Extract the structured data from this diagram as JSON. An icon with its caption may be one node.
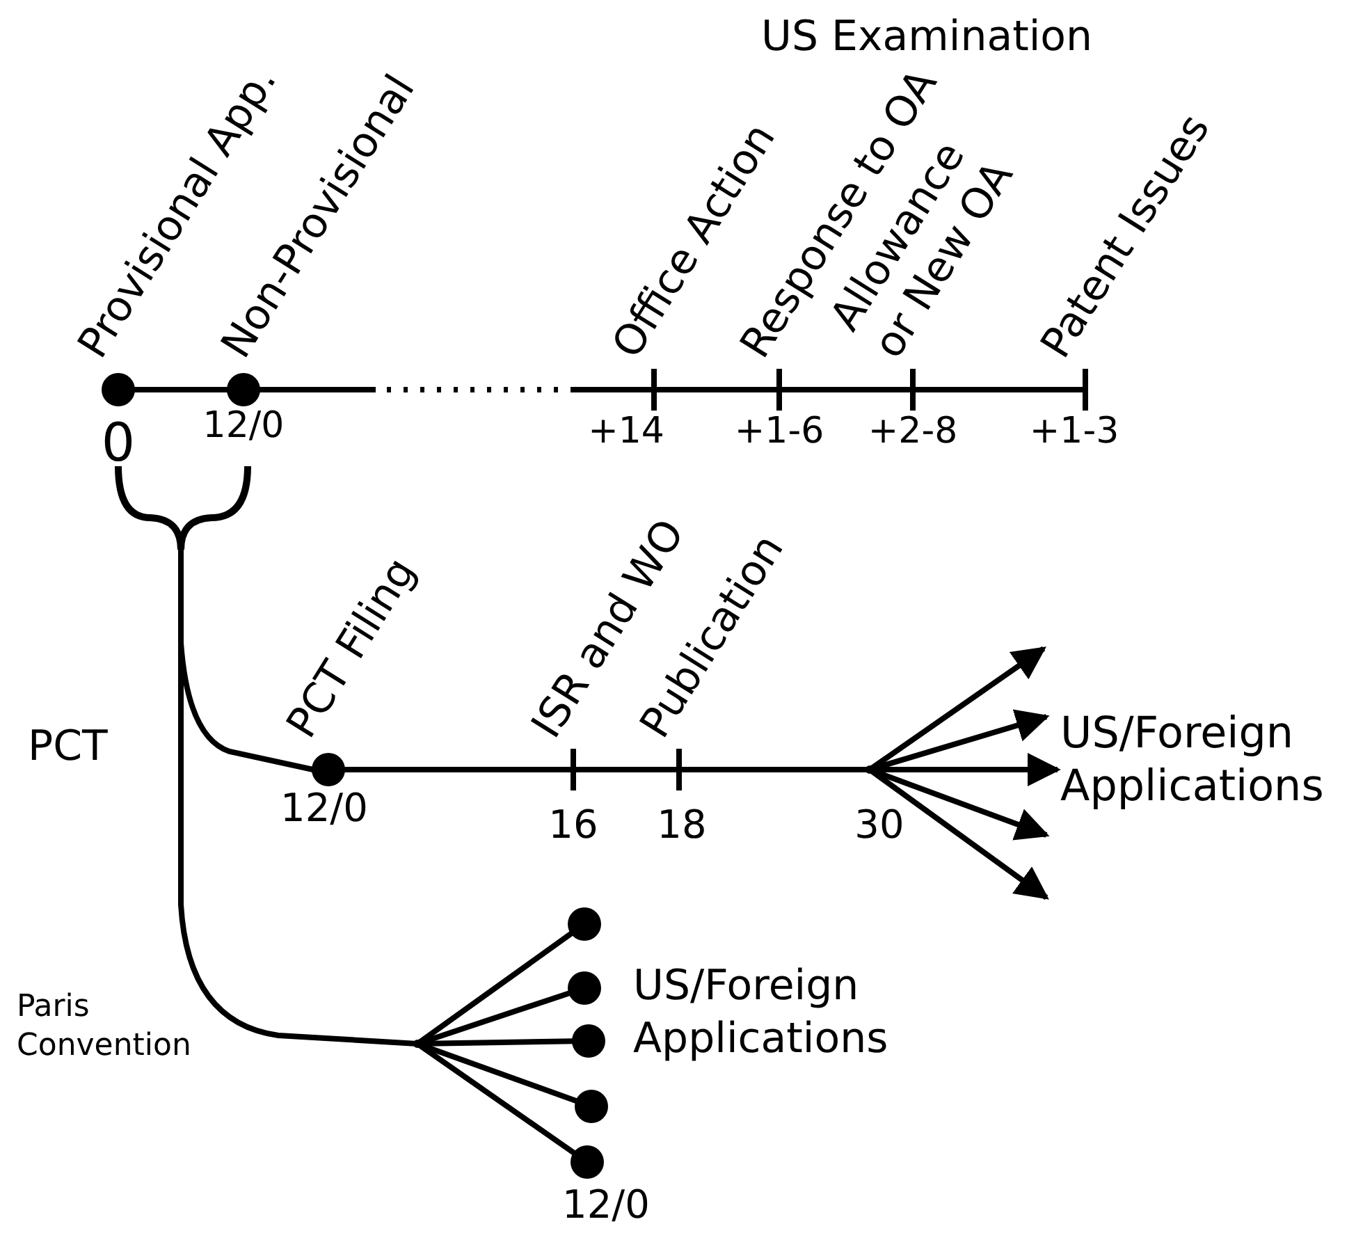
{
  "diagram": {
    "nodes": [
      {
        "text": [
          "Provisional App."
        ],
        "beside": [
          "0"
        ]
      },
      {
        "text": [
          "Non-Provisional"
        ],
        "beside": [
          "12/0"
        ]
      },
      {
        "text": [
          "Office Action"
        ],
        "beside": [
          "+14"
        ]
      },
      {
        "text": [
          "Response to OA"
        ],
        "beside": [
          "+1-6"
        ]
      },
      {
        "text": [
          "Allowance or New OA"
        ],
        "beside": [
          "+2-8"
        ]
      },
      {
        "text": [
          "Patent Issues"
        ],
        "beside": [
          "+1-3"
        ]
      },
      {
        "text": [
          "PCT Filing"
        ],
        "beside": [
          "12/0"
        ]
      },
      {
        "text": [
          "ISR and WO"
        ],
        "beside": [
          "16"
        ]
      },
      {
        "text": [
          "Publication"
        ],
        "beside": [
          "18"
        ]
      },
      {
        "text": [],
        "shape": "point",
        "beside": [
          "30"
        ]
      },
      {
        "text": [
          "US/Foreign Applications"
        ]
      },
      {
        "text": [],
        "shape": "point"
      },
      {
        "text": [],
        "shape": "circle"
      },
      {
        "text": [],
        "shape": "circle"
      },
      {
        "text": [],
        "shape": "circle"
      },
      {
        "text": [],
        "shape": "circle"
      },
      {
        "text": [],
        "shape": "circle"
      }
    ],
    "edges": [
      {
        "from": 0,
        "to": 1,
        "arrow": "none"
      },
      {
        "from": 1,
        "to": 2,
        "arrow": "none",
        "style": "dashed"
      },
      {
        "from": 2,
        "to": 3,
        "arrow": "none"
      },
      {
        "from": 3,
        "to": 4,
        "arrow": "none"
      },
      {
        "from": 4,
        "to": 5,
        "arrow": "none"
      },
      {
        "from": 0,
        "to": 6,
        "arrow": "none"
      },
      {
        "from": 6,
        "to": 7,
        "arrow": "none"
      },
      {
        "from": 7,
        "to": 8,
        "arrow": "none"
      },
      {
        "from": 8,
        "to": 9,
        "arrow": "none"
      },
      {
        "from": 9,
        "to": 10,
        "arrow": "to"
      },
      {
        "from": 9,
        "to": 10,
        "arrow": "to"
      },
      {
        "from": 9,
        "to": 10,
        "arrow": "to"
      },
      {
        "from": 9,
        "to": 10,
        "arrow": "to"
      },
      {
        "from": 9,
        "to": 10,
        "arrow": "to"
      },
      {
        "from": 0,
        "to": 11,
        "arrow": "none"
      },
      {
        "from": 11,
        "to": 12,
        "arrow": "none"
      },
      {
        "from": 11,
        "to": 13,
        "arrow": "none"
      },
      {
        "from": 11,
        "to": 14,
        "arrow": "none"
      },
      {
        "from": 11,
        "to": 15,
        "arrow": "none"
      },
      {
        "from": 11,
        "to": 16,
        "arrow": "none"
      }
    ],
    "labels": [
      "US Examination",
      "PCT",
      "Paris Convention",
      "US/Foreign Applications",
      "12/0"
    ]
  }
}
